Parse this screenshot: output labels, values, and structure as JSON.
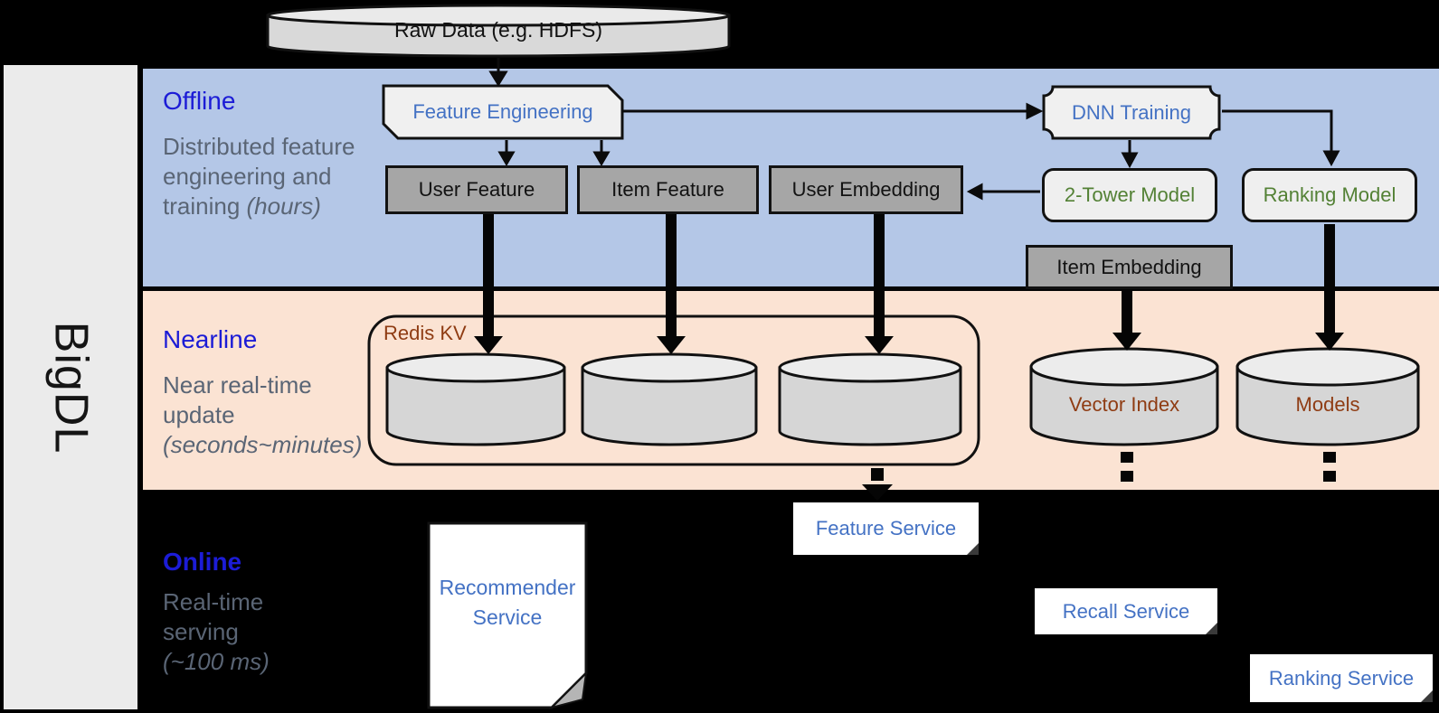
{
  "colors": {
    "background": "#000000",
    "band_offline": "#b4c7e7",
    "band_nearline": "#fbe3d3",
    "sidebar_gray": "#ebebeb",
    "node_gray_fill": "#a6a6a6",
    "node_light_fill": "#f0f0f0",
    "cylinder_fill": "#d6d6d6",
    "accent_blue": "#4472c4",
    "header_blue": "#1c1cd6",
    "accent_green": "#538135",
    "accent_brown": "#8f3c13",
    "text_gray": "#5a6575"
  },
  "sidebar": {
    "brand": "BigDL"
  },
  "pipeline_input": {
    "raw_data": "Raw Data (e.g. HDFS)"
  },
  "sections": {
    "offline": {
      "title": "Offline",
      "description": "Distributed feature engineering and training",
      "duration": "(hours)"
    },
    "nearline": {
      "title": "Nearline",
      "description": "Near real-time update",
      "duration": "(seconds~minutes)"
    },
    "online": {
      "title": "Online",
      "description": "Real-time serving",
      "duration": "(~100 ms)"
    }
  },
  "offline_nodes": {
    "feature_engineering": "Feature Engineering",
    "dnn_training": "DNN Training",
    "user_feature": "User Feature",
    "item_feature": "Item Feature",
    "user_embedding": "User Embedding",
    "two_tower_model": "2-Tower Model",
    "ranking_model": "Ranking Model",
    "item_embedding": "Item Embedding"
  },
  "nearline_nodes": {
    "redis_kv": "Redis KV",
    "vector_index": "Vector Index",
    "models": "Models"
  },
  "online_nodes": {
    "recommender_service": "Recommender Service",
    "feature_service": "Feature Service",
    "recall_service": "Recall Service",
    "ranking_service": "Ranking Service"
  }
}
